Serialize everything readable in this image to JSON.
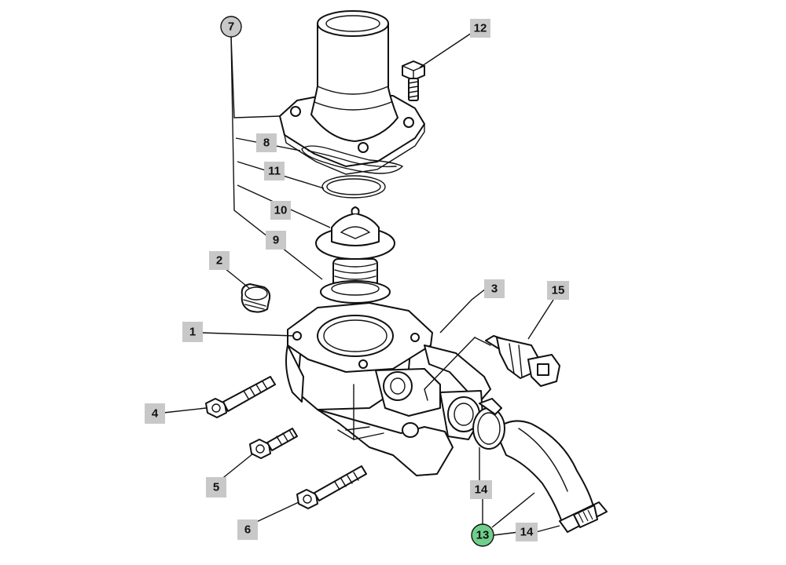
{
  "callouts": [
    {
      "id": "c7",
      "label": "7",
      "shape": "circle",
      "fill": "#c8c8c8"
    },
    {
      "id": "c12",
      "label": "12",
      "shape": "box",
      "fill": "#c8c8c8"
    },
    {
      "id": "c8",
      "label": "8",
      "shape": "box",
      "fill": "#c8c8c8"
    },
    {
      "id": "c11",
      "label": "11",
      "shape": "box",
      "fill": "#c8c8c8"
    },
    {
      "id": "c10",
      "label": "10",
      "shape": "box",
      "fill": "#c8c8c8"
    },
    {
      "id": "c9",
      "label": "9",
      "shape": "box",
      "fill": "#c8c8c8"
    },
    {
      "id": "c2",
      "label": "2",
      "shape": "box",
      "fill": "#c8c8c8"
    },
    {
      "id": "c3",
      "label": "3",
      "shape": "box",
      "fill": "#c8c8c8"
    },
    {
      "id": "c15",
      "label": "15",
      "shape": "box",
      "fill": "#c8c8c8"
    },
    {
      "id": "c1",
      "label": "1",
      "shape": "box",
      "fill": "#c8c8c8"
    },
    {
      "id": "c4",
      "label": "4",
      "shape": "box",
      "fill": "#c8c8c8"
    },
    {
      "id": "c5",
      "label": "5",
      "shape": "box",
      "fill": "#c8c8c8"
    },
    {
      "id": "c6",
      "label": "6",
      "shape": "box",
      "fill": "#c8c8c8"
    },
    {
      "id": "c14a",
      "label": "14",
      "shape": "box",
      "fill": "#c8c8c8"
    },
    {
      "id": "c13",
      "label": "13",
      "shape": "circle",
      "fill": "#6fcf8a"
    },
    {
      "id": "c14b",
      "label": "14",
      "shape": "box",
      "fill": "#c8c8c8"
    }
  ],
  "colors": {
    "line": "#111111",
    "callout": "#c8c8c8",
    "highlight": "#6fcf8a"
  }
}
